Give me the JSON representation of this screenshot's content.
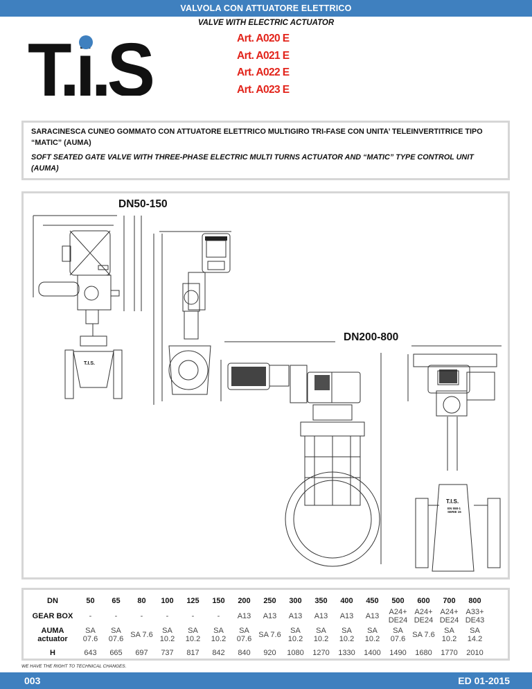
{
  "header": {
    "title": "VALVOLA CON ATTUATORE ELETTRICO",
    "subtitle": "VALVE WITH ELECTRIC ACTUATOR"
  },
  "logo": {
    "text": "T.i.S."
  },
  "articles": [
    "Art. A020 E",
    "Art. A021 E",
    "Art. A022 E",
    "Art. A023 E"
  ],
  "description": {
    "it": "SARACINESCA CUNEO GOMMATO CON ATTUATORE ELETTRICO MULTIGIRO TRI-FASE CON UNITA’ TELEINVERTITRICE TIPO “MATIC” (AUMA)",
    "en": "SOFT SEATED GATE VALVE WITH THREE-PHASE ELECTRIC MULTI TURNS ACTUATOR AND “MATIC” TYPE CONTROL UNIT (AUMA)"
  },
  "drawing": {
    "label_small": "DN50-150",
    "label_large": "DN200-800",
    "body_mark": "T.I.S.",
    "body_mark_small": "T.I.S.",
    "std_mark": "EN 558-1 SERIE 15"
  },
  "table": {
    "headers": [
      "DN",
      "GEAR BOX",
      "AUMA actuator",
      "H"
    ],
    "dn": [
      "50",
      "65",
      "80",
      "100",
      "125",
      "150",
      "200",
      "250",
      "300",
      "350",
      "400",
      "450",
      "500",
      "600",
      "700",
      "800"
    ],
    "gearbox": [
      "-",
      "-",
      "-",
      "-",
      "-",
      "-",
      "A13",
      "A13",
      "A13",
      "A13",
      "A13",
      "A13",
      "A24+ DE24",
      "A24+ DE24",
      "A24+ DE24",
      "A33+ DE43"
    ],
    "actuator": [
      "SA 07.6",
      "SA 07.6",
      "SA 7.6",
      "SA 10.2",
      "SA 10.2",
      "SA 10.2",
      "SA 07.6",
      "SA 7.6",
      "SA 10.2",
      "SA 10.2",
      "SA 10.2",
      "SA 10.2",
      "SA 07.6",
      "SA 7.6",
      "SA 10.2",
      "SA 14.2"
    ],
    "h": [
      "643",
      "665",
      "697",
      "737",
      "817",
      "842",
      "840",
      "920",
      "1080",
      "1270",
      "1330",
      "1400",
      "1490",
      "1680",
      "1770",
      "2010"
    ]
  },
  "footer": {
    "note": "WE HAVE THE RIGHT TO TECHNICAL CHANGES.",
    "page": "003",
    "edition": "ED 01-2015"
  },
  "colors": {
    "accent": "#3f80bf",
    "article": "#e2231a",
    "frame": "#d6d6d6"
  }
}
